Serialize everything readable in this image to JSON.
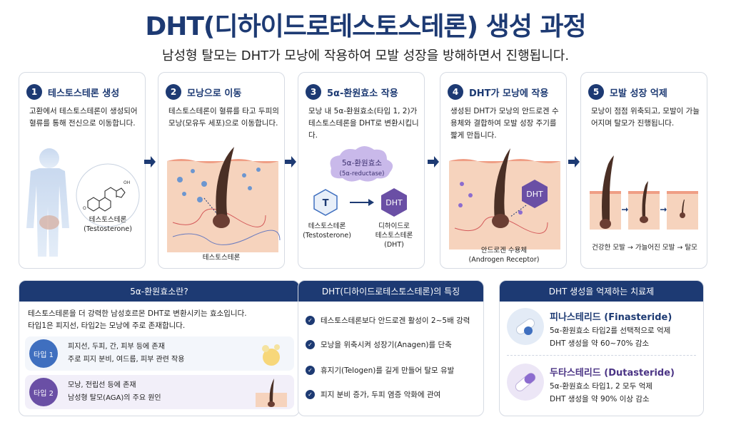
{
  "header": {
    "title": "DHT(디하이드로테스토스테론) 생성 과정",
    "subtitle": "남성형 탈모는 DHT가 모낭에 작용하여 모발 성장을 방해하면서 진행됩니다."
  },
  "steps": [
    {
      "num": "1",
      "title": "테스토스테론 생성",
      "desc": "고환에서 테스토스테론이 생성되어 혈류를 통해 전신으로 이동합니다.",
      "captions": [
        "테스토스테론",
        "(Testosterone)"
      ]
    },
    {
      "num": "2",
      "title": "모낭으로 이동",
      "desc": "테스토스테론이 혈류를 타고 두피의 모낭(모유두 세포)으로 이동합니다.",
      "captions": [
        "테스토스테론"
      ]
    },
    {
      "num": "3",
      "title": "5α-환원효소 작용",
      "desc": "모낭 내 5α-환원효소(타입 1, 2)가 테스토스테론을 DHT로 변환시킵니다.",
      "enzyme": "5α-환원효소",
      "enzyme_en": "(5α-reductase)",
      "t_label": "T",
      "dht_label": "DHT",
      "left_caption": [
        "테스토스테론",
        "(Testosterone)"
      ],
      "right_caption": [
        "디하이드로",
        "테스토스테론",
        "(DHT)"
      ]
    },
    {
      "num": "4",
      "title": "DHT가 모낭에 작용",
      "desc": "생성된 DHT가 모낭의 안드로겐 수용체와 결합하여 모발 성장 주기를 짧게 만듭니다.",
      "dht_label": "DHT",
      "captions": [
        "안드로겐 수용체",
        "(Androgen Receptor)"
      ]
    },
    {
      "num": "5",
      "title": "모발 성장 억제",
      "desc": "모낭이 점점 위축되고, 모발이 가늘어지며 탈모가 진행됩니다.",
      "caption": "건강한 모발 → 가늘어진 모발 → 탈모"
    }
  ],
  "panel_enzyme": {
    "title": "5α-환원효소란?",
    "desc_lines": [
      "테스토스테론을 더 강력한 남성호르몬 DHT로 변환시키는 효소입니다.",
      "타입1은 피지선, 타입2는 모낭에 주로 존재합니다."
    ],
    "types": [
      {
        "badge": "타입 1",
        "line1": "피지선, 두피, 간, 피부 등에 존재",
        "line2": "주로 피지 분비, 여드름, 피부 관련 작용",
        "color": "#3f6fbf"
      },
      {
        "badge": "타입 2",
        "line1": "모낭, 전립선 등에 존재",
        "line2": "남성형 탈모(AGA)의 주요 원인",
        "color": "#6a4fa5"
      }
    ]
  },
  "panel_features": {
    "title": "DHT(디하이드로테스토스테론)의 특징",
    "items": [
      "테스토스테론보다 안드로겐 활성이 2~5배 강력",
      "모낭을 위축시켜 성장기(Anagen)를 단축",
      "휴지기(Telogen)를 길게 만들어 탈모 유발",
      "피지 분비 증가, 두피 염증 악화에 관여"
    ]
  },
  "panel_drugs": {
    "title": "DHT 생성을 억제하는 치료제",
    "drugs": [
      {
        "name": "피나스테리드 (Finasteride)",
        "line1": "5α-환원효소 타입2를 선택적으로 억제",
        "line2": "DHT 생성을 약 60~70% 감소",
        "color": "#3f6fbf"
      },
      {
        "name": "두타스테리드 (Dutasteride)",
        "line1": "5α-환원효소 타입1, 2 모두 억제",
        "line2": "DHT 생성을 약 90% 이상 감소",
        "color": "#6a4fa5"
      }
    ]
  },
  "colors": {
    "navy": "#1d3a73",
    "blue": "#3f6fbf",
    "purple": "#6a4fa5",
    "skin": "#f6d3bd",
    "hair": "#4a2f25"
  }
}
